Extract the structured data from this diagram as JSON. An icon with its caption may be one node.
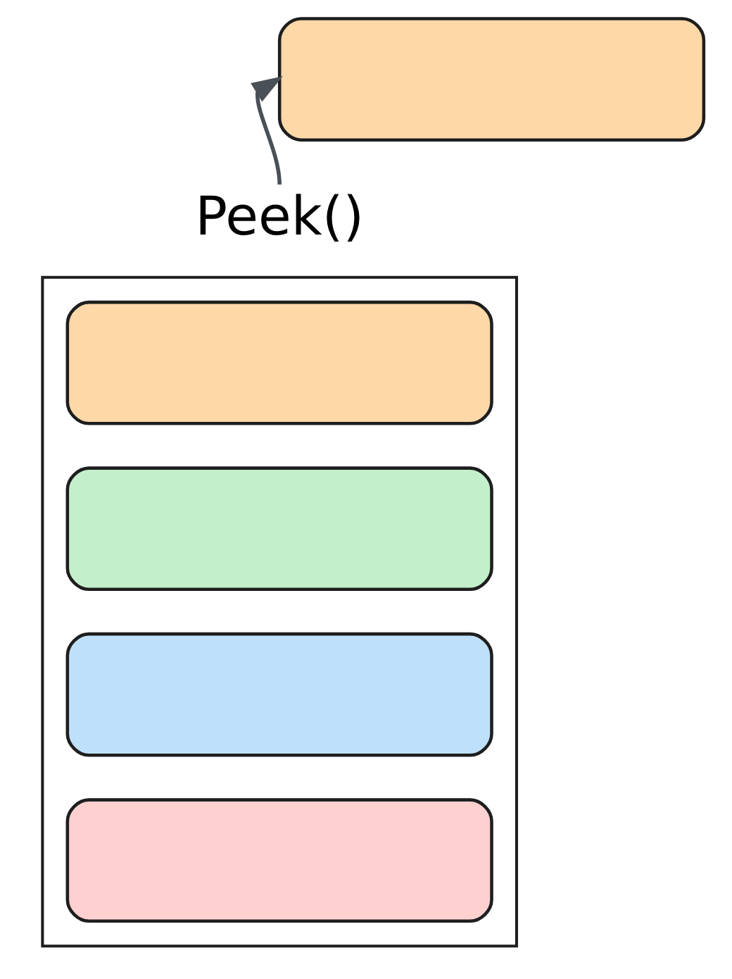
{
  "diagram": {
    "nodes": [
      {
        "text": [],
        "shape": "box"
      },
      {
        "text": [
          "Peek()"
        ]
      },
      {
        "text": [],
        "shape": "box"
      },
      {
        "text": [],
        "shape": "box",
        "in": 2
      },
      {
        "text": [],
        "shape": "box",
        "in": 2
      },
      {
        "text": [],
        "shape": "box",
        "in": 2
      },
      {
        "text": [],
        "shape": "box",
        "in": 2
      }
    ],
    "edges": [
      {
        "from": 1,
        "to": 0,
        "arrow": "to"
      }
    ]
  }
}
